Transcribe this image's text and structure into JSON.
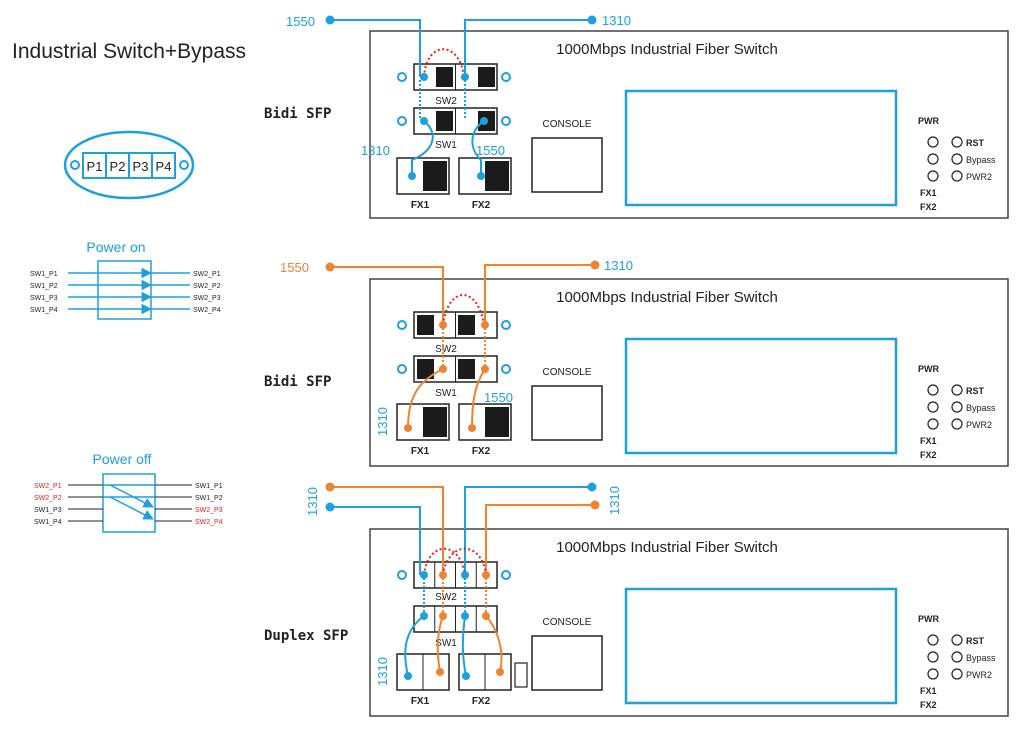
{
  "title": "Industrial Switch+Bypass",
  "colors": {
    "blue": "#1ea0dc",
    "orange": "#ee8330",
    "red": "#dd2222",
    "ink": "#222222"
  },
  "port_connector": {
    "labels": [
      "P1",
      "P2",
      "P3",
      "P4"
    ]
  },
  "power_on": {
    "title": "Power on",
    "left": [
      "SW1_P1",
      "SW1_P2",
      "SW1_P3",
      "SW1_P4"
    ],
    "right": [
      "SW2_P1",
      "SW2_P2",
      "SW2_P3",
      "SW2_P4"
    ]
  },
  "power_off": {
    "title": "Power off",
    "left": [
      "SW2_P1",
      "SW2_P2",
      "SW1_P3",
      "SW1_P4"
    ],
    "right": [
      "SW1_P1",
      "SW1_P2",
      "SW2_P3",
      "SW2_P4"
    ]
  },
  "panels": [
    {
      "side_label": "Bidi SFP",
      "title": "1000Mbps Industrial Fiber Switch",
      "console": "CONSOLE",
      "sw_top": "SW2",
      "sw_bottom": "SW1",
      "fx1": "FX1",
      "fx2": "FX2",
      "leds": {
        "pwr": "PWR",
        "rst": "RST",
        "bypass": "Bypass",
        "pwr2": "PWR2",
        "fx1": "FX1",
        "fx2": "FX2"
      },
      "wl_top_left": "1550",
      "wl_top_right": "1310",
      "wl_fx1": "1310",
      "wl_fx2": "1550"
    },
    {
      "side_label": "Bidi SFP",
      "title": "1000Mbps Industrial Fiber Switch",
      "console": "CONSOLE",
      "sw_top": "SW2",
      "sw_bottom": "SW1",
      "fx1": "FX1",
      "fx2": "FX2",
      "leds": {
        "pwr": "PWR",
        "rst": "RST",
        "bypass": "Bypass",
        "pwr2": "PWR2",
        "fx1": "FX1",
        "fx2": "FX2"
      },
      "wl_top_left": "1550",
      "wl_top_right": "1310",
      "wl_fx1": "1310",
      "wl_fx2": "1550"
    },
    {
      "side_label": "Duplex SFP",
      "title": "1000Mbps Industrial Fiber Switch",
      "console": "CONSOLE",
      "sw_top": "SW2",
      "sw_bottom": "SW1",
      "fx1": "FX1",
      "fx2": "FX2",
      "leds": {
        "pwr": "PWR",
        "rst": "RST",
        "bypass": "Bypass",
        "pwr2": "PWR2",
        "fx1": "FX1",
        "fx2": "FX2"
      },
      "wl_top_left": "1310",
      "wl_top_right": "1310",
      "wl_fx1": "1310",
      "wl_fx2": ""
    }
  ]
}
